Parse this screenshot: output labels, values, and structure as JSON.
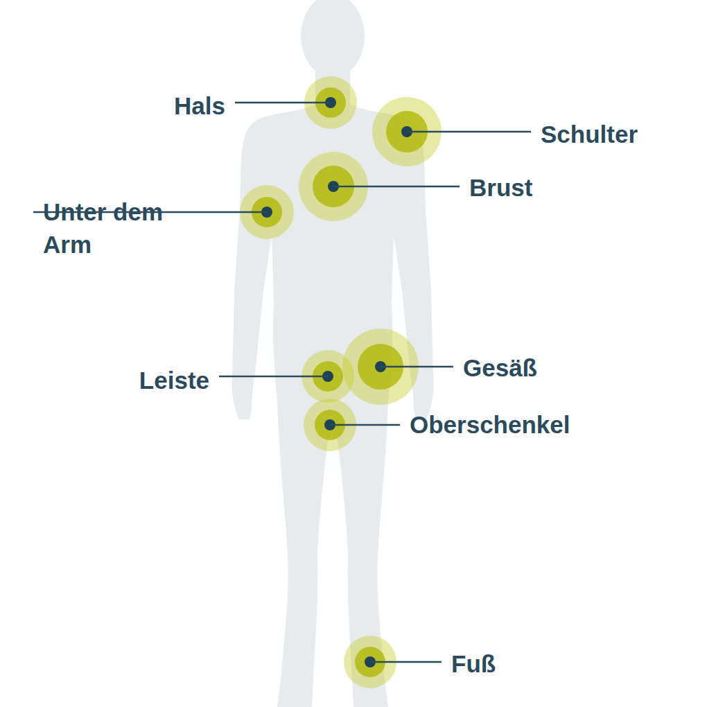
{
  "diagram": {
    "labels": [
      "Hals",
      "Schulter",
      "Brust",
      "Unter dem Arm",
      "Gesäß",
      "Leiste",
      "Oberschenkel",
      "Fuß"
    ]
  }
}
